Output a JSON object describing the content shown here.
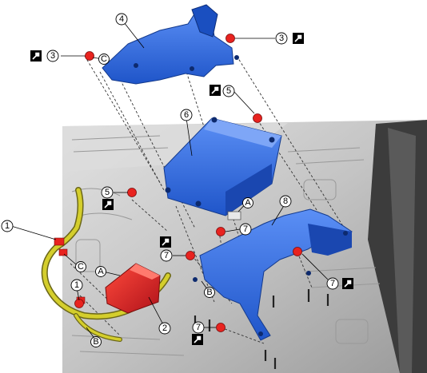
{
  "callouts": {
    "n1a": "1",
    "n1b": "1",
    "n2": "2",
    "n3a": "3",
    "n3b": "3",
    "n4": "4",
    "n5a": "5",
    "n5b": "5",
    "n6": "6",
    "n7a": "7",
    "n7b": "7",
    "n7c": "7",
    "n7d": "7",
    "n8": "8"
  },
  "letters": {
    "A1": "A",
    "A2": "A",
    "B1": "B",
    "B2": "B",
    "C1": "C",
    "C2": "C"
  },
  "icons": {
    "torque": "torque-wrench-icon"
  },
  "colors": {
    "bracket_blue": "#2f6fe6",
    "module_red": "#e0262a",
    "harness_yellow": "#c9c424",
    "nut_red": "#e8231f",
    "floor_gray": "#c8c8c8"
  }
}
